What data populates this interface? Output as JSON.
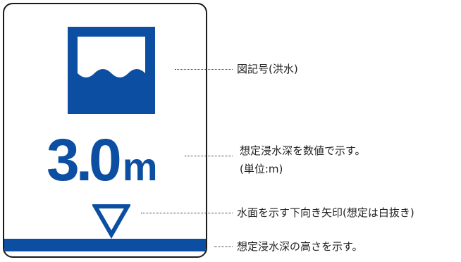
{
  "sign": {
    "depth_value": "3.0",
    "depth_unit": "m",
    "color": "#0b4ea2"
  },
  "labels": {
    "symbol": "図記号(洪水)",
    "depth_line1": "想定浸水深を数値で示す。",
    "depth_line2": "(単位:m)",
    "arrow": "水面を示す下向き矢印(想定は白抜き)",
    "bar": "想定浸水深の高さを示す。"
  }
}
